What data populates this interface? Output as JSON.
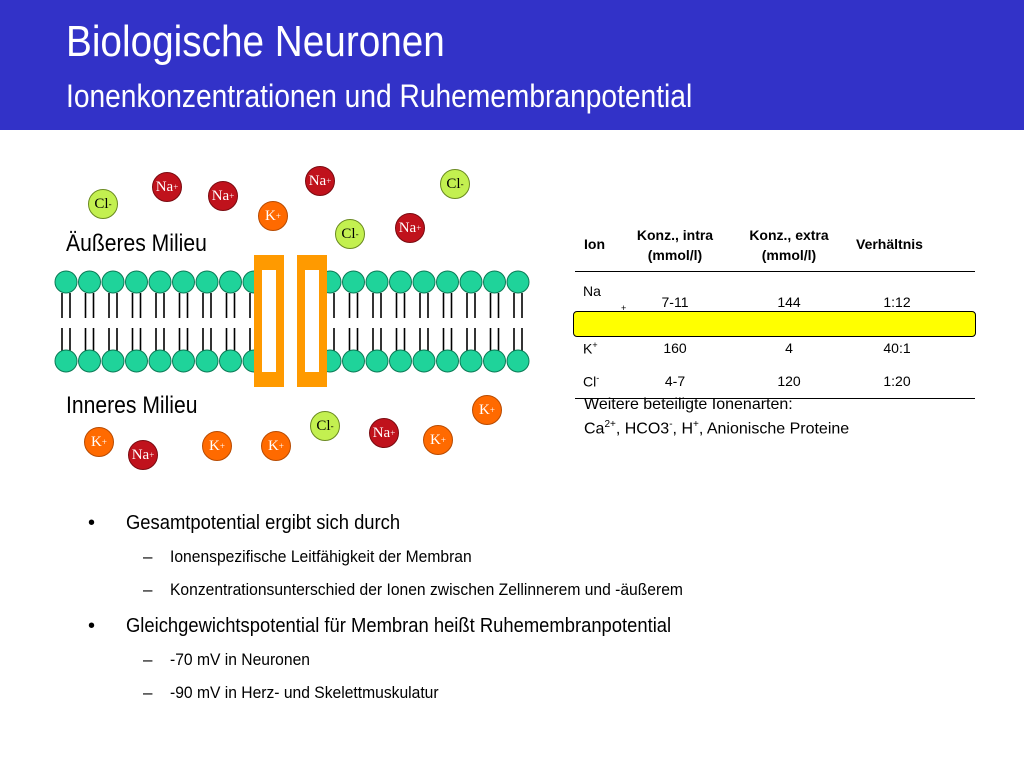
{
  "header": {
    "title": "Biologische Neuronen",
    "subtitle": "Ionenkonzentrationen und Ruhemembranpotential",
    "background": "#3232c8"
  },
  "diagram": {
    "outer_label": "Äußeres Milieu",
    "inner_label": "Inneres Milieu",
    "ions_outside": [
      {
        "sym": "Cl",
        "charge": "-"
      },
      {
        "sym": "Na",
        "charge": "+"
      },
      {
        "sym": "Na",
        "charge": "+"
      },
      {
        "sym": "K",
        "charge": "+"
      },
      {
        "sym": "Na",
        "charge": "+"
      },
      {
        "sym": "Cl",
        "charge": "-"
      },
      {
        "sym": "Cl",
        "charge": "-"
      },
      {
        "sym": "Na",
        "charge": "+"
      }
    ],
    "ions_inside": [
      {
        "sym": "K",
        "charge": "+"
      },
      {
        "sym": "Na",
        "charge": "+"
      },
      {
        "sym": "K",
        "charge": "+"
      },
      {
        "sym": "K",
        "charge": "+"
      },
      {
        "sym": "Cl",
        "charge": "-"
      },
      {
        "sym": "Na",
        "charge": "+"
      },
      {
        "sym": "K",
        "charge": "+"
      },
      {
        "sym": "K",
        "charge": "+"
      }
    ],
    "colors": {
      "na": "#c0121c",
      "k": "#ff6a00",
      "cl": "#c3f050",
      "lipid_head": "#1fd39a",
      "channel": "#ff9a00"
    }
  },
  "table": {
    "headers": [
      "Ion",
      "Konz., intra (mmol/l)",
      "Konz., extra (mmol/l)",
      "Verhältnis"
    ],
    "rows": [
      {
        "ion": "Na",
        "charge": "+",
        "intra": "7-11",
        "extra": "144",
        "ratio": "1:12"
      },
      {
        "ion": "K",
        "charge": "+",
        "intra": "160",
        "extra": "4",
        "ratio": "40:1"
      },
      {
        "ion": "Cl",
        "charge": "-",
        "intra": "4-7",
        "extra": "120",
        "ratio": "1:20"
      }
    ],
    "highlight_color": "#ffff00"
  },
  "note": {
    "line1": "Weitere beteiligte Ionenarten:",
    "line2_parts": [
      "Ca",
      "2+",
      ", HCO3",
      "-",
      ", H",
      "+",
      ", Anionische Proteine"
    ]
  },
  "bullets": [
    {
      "text": "Gesamtpotential ergibt sich durch",
      "sub": [
        "Ionenspezifische Leitfähigkeit der Membran",
        "Konzentrationsunterschied der Ionen zwischen Zellinnerem und -äußerem"
      ]
    },
    {
      "text": "Gleichgewichtspotential für Membran heißt Ruhemembranpotential",
      "sub": [
        "-70 mV in Neuronen",
        "-90 mV in Herz- und Skelettmuskulatur"
      ]
    }
  ],
  "bullet_symbols": {
    "level1": "•",
    "level2": "–"
  }
}
